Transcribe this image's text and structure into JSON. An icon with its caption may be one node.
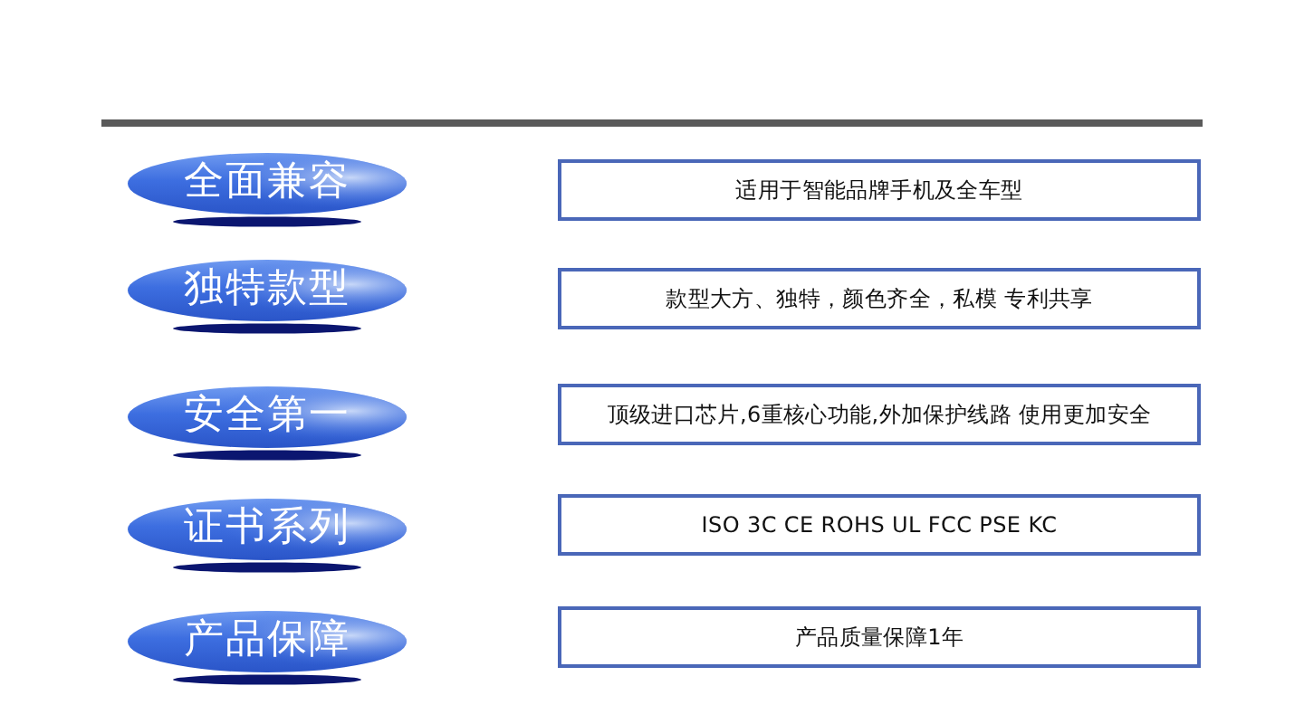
{
  "diagram": {
    "nodes": [
      {
        "text": [
          "全面兼容"
        ]
      },
      {
        "text": [
          "适用于智能品牌手机及全车型"
        ]
      },
      {
        "text": [
          "独特款型"
        ]
      },
      {
        "text": [
          "款型大方、独特，颜色齐全，私模 专利共享"
        ]
      },
      {
        "text": [
          "安全第一"
        ]
      },
      {
        "text": [
          "顶级进口芯片,6重核心功能,外加保护线路 使用更加安全"
        ]
      },
      {
        "text": [
          "证书系列"
        ]
      },
      {
        "text": [
          "ISO 3C CE ROHS UL FCC PSE KC"
        ]
      },
      {
        "text": [
          "产品保障"
        ]
      },
      {
        "text": [
          "产品质量保障1年"
        ]
      }
    ]
  }
}
